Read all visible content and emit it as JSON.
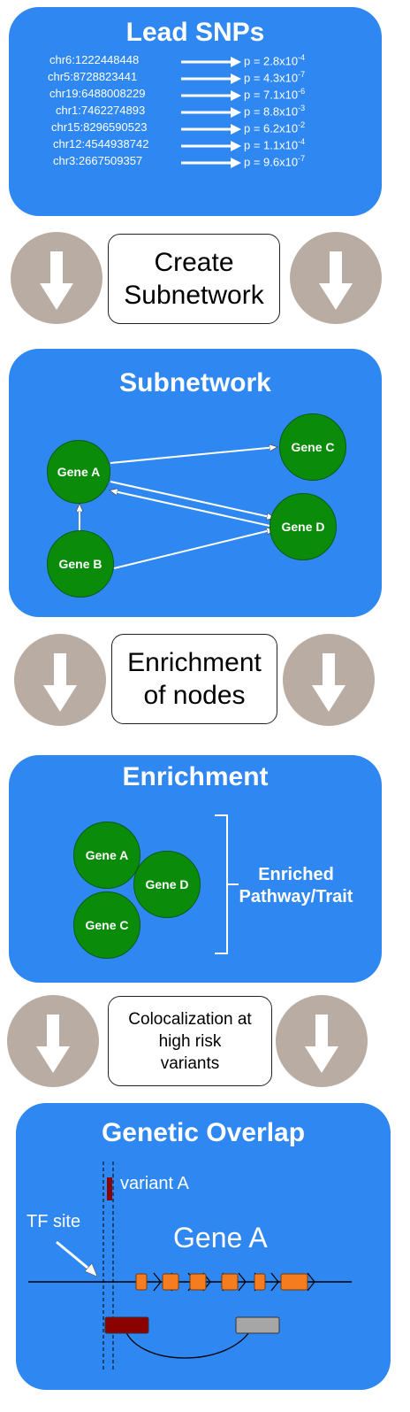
{
  "lead_snps": {
    "title": "Lead SNPs",
    "rows": [
      {
        "pos": "chr6:1222448448",
        "p_base": "p = 2.8x10",
        "p_exp": "-4"
      },
      {
        "pos": "chr5:8728823441",
        "p_base": "p = 4.3x10",
        "p_exp": "-7"
      },
      {
        "pos": "chr19:6488008229",
        "p_base": "p = 7.1x10",
        "p_exp": "-6"
      },
      {
        "pos": "chr1:7462274893",
        "p_base": "p = 8.8x10",
        "p_exp": "-3"
      },
      {
        "pos": "chr15:8296590523",
        "p_base": "p = 6.2x10",
        "p_exp": "-2"
      },
      {
        "pos": "chr12:4544938742",
        "p_base": "p = 1.1x10",
        "p_exp": "-4"
      },
      {
        "pos": "chr3:2667509357",
        "p_base": "p = 9.6x10",
        "p_exp": "-7"
      }
    ]
  },
  "steps": {
    "create_subnetwork": {
      "line1": "Create",
      "line2": "Subnetwork"
    },
    "enrichment_of_nodes": {
      "line1": "Enrichment",
      "line2": "of nodes"
    },
    "colocalization": {
      "line1": "Colocalization at",
      "line2": "high risk",
      "line3": "variants"
    }
  },
  "subnetwork": {
    "title": "Subnetwork",
    "nodes": {
      "a": "Gene A",
      "b": "Gene B",
      "c": "Gene C",
      "d": "Gene D"
    }
  },
  "enrichment": {
    "title": "Enrichment",
    "nodes": {
      "a": "Gene A",
      "d": "Gene D",
      "c": "Gene C"
    },
    "label_line1": "Enriched",
    "label_line2": "Pathway/Trait"
  },
  "genetic_overlap": {
    "title": "Genetic Overlap",
    "variant_label": "variant A",
    "tf_label": "TF site",
    "gene_label": "Gene A"
  },
  "colors": {
    "panel": "#2f87f1",
    "gene_node": "#0a8c0a",
    "arrow_circle": "#b9ada3",
    "exon": "#f57c1f",
    "variant": "#8b0000",
    "grey_box": "#a6a6a6"
  }
}
